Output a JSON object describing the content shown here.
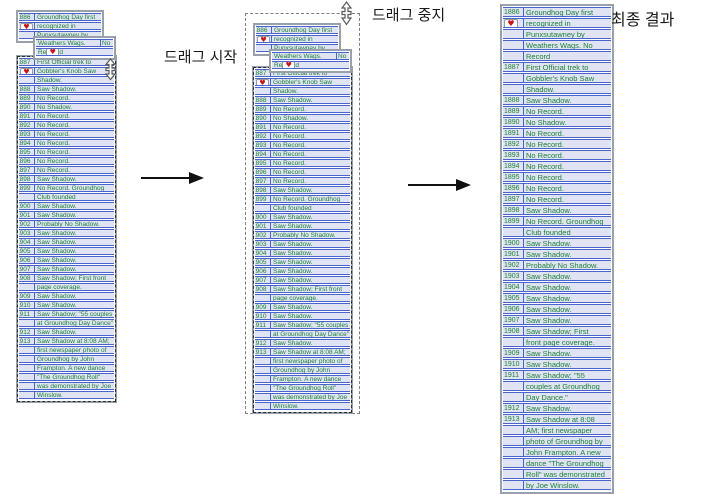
{
  "panel_labels": {
    "drag_start": "드래그 시작",
    "drag_stop": "드래그 중지",
    "final_result": "최종 결과"
  },
  "colors": {
    "row_bg": "#e0e4f2",
    "row_border": "#4a64cf",
    "text_green": "#1d8038",
    "frame_gray": "#98a0ac",
    "heart_red": "#cc1414"
  },
  "icons": {
    "heart": "♥",
    "drag_handle": "vertical-resize-arrow"
  },
  "drag_fragment_a_rows": [
    {
      "year": "1886",
      "heart": true,
      "lines": [
        "Groundhog Day first",
        "recognized in",
        "Punxsutawney by"
      ]
    }
  ],
  "drag_fragment_b": {
    "row1_left": "Weathers Wags.",
    "row1_right": "No",
    "row2_left": "Re",
    "row2_right": "d"
  },
  "history_rows": [
    {
      "year": "1887",
      "heart": true,
      "lines": [
        "First Official trek to",
        "Gobbler's Knob Saw",
        "Shadow."
      ]
    },
    {
      "year": "1888",
      "lines": [
        "Saw Shadow."
      ]
    },
    {
      "year": "1889",
      "lines": [
        "No Record."
      ]
    },
    {
      "year": "1890",
      "lines": [
        "No Shadow."
      ]
    },
    {
      "year": "1891",
      "lines": [
        "No Record."
      ]
    },
    {
      "year": "1892",
      "lines": [
        "No Record."
      ]
    },
    {
      "year": "1893",
      "lines": [
        "No Record."
      ]
    },
    {
      "year": "1894",
      "lines": [
        "No Record."
      ]
    },
    {
      "year": "1895",
      "lines": [
        "No Record."
      ]
    },
    {
      "year": "1896",
      "lines": [
        "No Record."
      ]
    },
    {
      "year": "1897",
      "lines": [
        "No Record."
      ]
    },
    {
      "year": "1898",
      "lines": [
        "Saw Shadow."
      ]
    },
    {
      "year": "1899",
      "lines": [
        "No Record. Groundhog",
        "Club founded"
      ]
    },
    {
      "year": "1900",
      "lines": [
        "Saw Shadow."
      ]
    },
    {
      "year": "1901",
      "lines": [
        "Saw Shadow."
      ]
    },
    {
      "year": "1902",
      "lines": [
        "Probably No Shadow."
      ]
    },
    {
      "year": "1903",
      "lines": [
        "Saw Shadow."
      ]
    },
    {
      "year": "1904",
      "lines": [
        "Saw Shadow."
      ]
    },
    {
      "year": "1905",
      "lines": [
        "Saw Shadow."
      ]
    },
    {
      "year": "1906",
      "lines": [
        "Saw Shadow."
      ]
    },
    {
      "year": "1907",
      "lines": [
        "Saw Shadow."
      ]
    },
    {
      "year": "1908",
      "lines": [
        "Saw Shadow; First front",
        "page coverage."
      ]
    },
    {
      "year": "1909",
      "lines": [
        "Saw Shadow."
      ]
    },
    {
      "year": "1910",
      "lines": [
        "Saw Shadow."
      ]
    },
    {
      "year": "1911",
      "lines": [
        "Saw Shadow; \"55 couples",
        "at Groundhog Day Dance\""
      ]
    },
    {
      "year": "1912",
      "lines": [
        "Saw Shadow."
      ]
    },
    {
      "year": "1913",
      "lines": [
        "Saw Shadow at 8:08 AM;",
        "first newspaper photo of",
        "Groundhog by John",
        "Frampton. A new dance",
        "\"The Groundhog Roll\"",
        "was demonstrated by Joe",
        "Winslow."
      ]
    }
  ],
  "final_rows": [
    {
      "year": "1886",
      "heart": true,
      "lines": [
        "Groundhog Day first",
        "recognized in",
        "Punxsutawney by",
        "Weathers Wags. No",
        "Record"
      ]
    },
    {
      "year": "1887",
      "lines": [
        "First Official trek to",
        "Gobbler's Knob Saw",
        "Shadow."
      ]
    },
    {
      "year": "1888",
      "lines": [
        "Saw Shadow."
      ]
    },
    {
      "year": "1889",
      "lines": [
        "No Record."
      ]
    },
    {
      "year": "1890",
      "lines": [
        "No Shadow."
      ]
    },
    {
      "year": "1891",
      "lines": [
        "No Record."
      ]
    },
    {
      "year": "1892",
      "lines": [
        "No Record."
      ]
    },
    {
      "year": "1893",
      "lines": [
        "No Record."
      ]
    },
    {
      "year": "1894",
      "lines": [
        "No Record."
      ]
    },
    {
      "year": "1895",
      "lines": [
        "No Record."
      ]
    },
    {
      "year": "1896",
      "lines": [
        "No Record."
      ]
    },
    {
      "year": "1897",
      "lines": [
        "No Record."
      ]
    },
    {
      "year": "1898",
      "lines": [
        "Saw Shadow."
      ]
    },
    {
      "year": "1899",
      "lines": [
        "No Record. Groundhog",
        "Club founded"
      ]
    },
    {
      "year": "1900",
      "lines": [
        "Saw Shadow."
      ]
    },
    {
      "year": "1901",
      "lines": [
        "Saw Shadow."
      ]
    },
    {
      "year": "1902",
      "lines": [
        "Probably No Shadow."
      ]
    },
    {
      "year": "1903",
      "lines": [
        "Saw Shadow."
      ]
    },
    {
      "year": "1904",
      "lines": [
        "Saw Shadow."
      ]
    },
    {
      "year": "1905",
      "lines": [
        "Saw Shadow."
      ]
    },
    {
      "year": "1906",
      "lines": [
        "Saw Shadow."
      ]
    },
    {
      "year": "1907",
      "lines": [
        "Saw Shadow."
      ]
    },
    {
      "year": "1908",
      "lines": [
        "Saw Shadow; First",
        "front page coverage."
      ]
    },
    {
      "year": "1909",
      "lines": [
        "Saw Shadow."
      ]
    },
    {
      "year": "1910",
      "lines": [
        "Saw Shadow."
      ]
    },
    {
      "year": "1911",
      "lines": [
        "Saw Shadow; \"55",
        "couples at Groundhog",
        "Day Dance.\""
      ]
    },
    {
      "year": "1912",
      "lines": [
        "Saw Shadow."
      ]
    },
    {
      "year": "1913",
      "lines": [
        "Saw Shadow at 8:08",
        "AM; first newspaper",
        "photo of Groundhog by",
        "John Frampton. A new",
        "dance \"The Groundhog",
        "Roll\" was demonstrated",
        "by Joe Winslow."
      ]
    }
  ]
}
